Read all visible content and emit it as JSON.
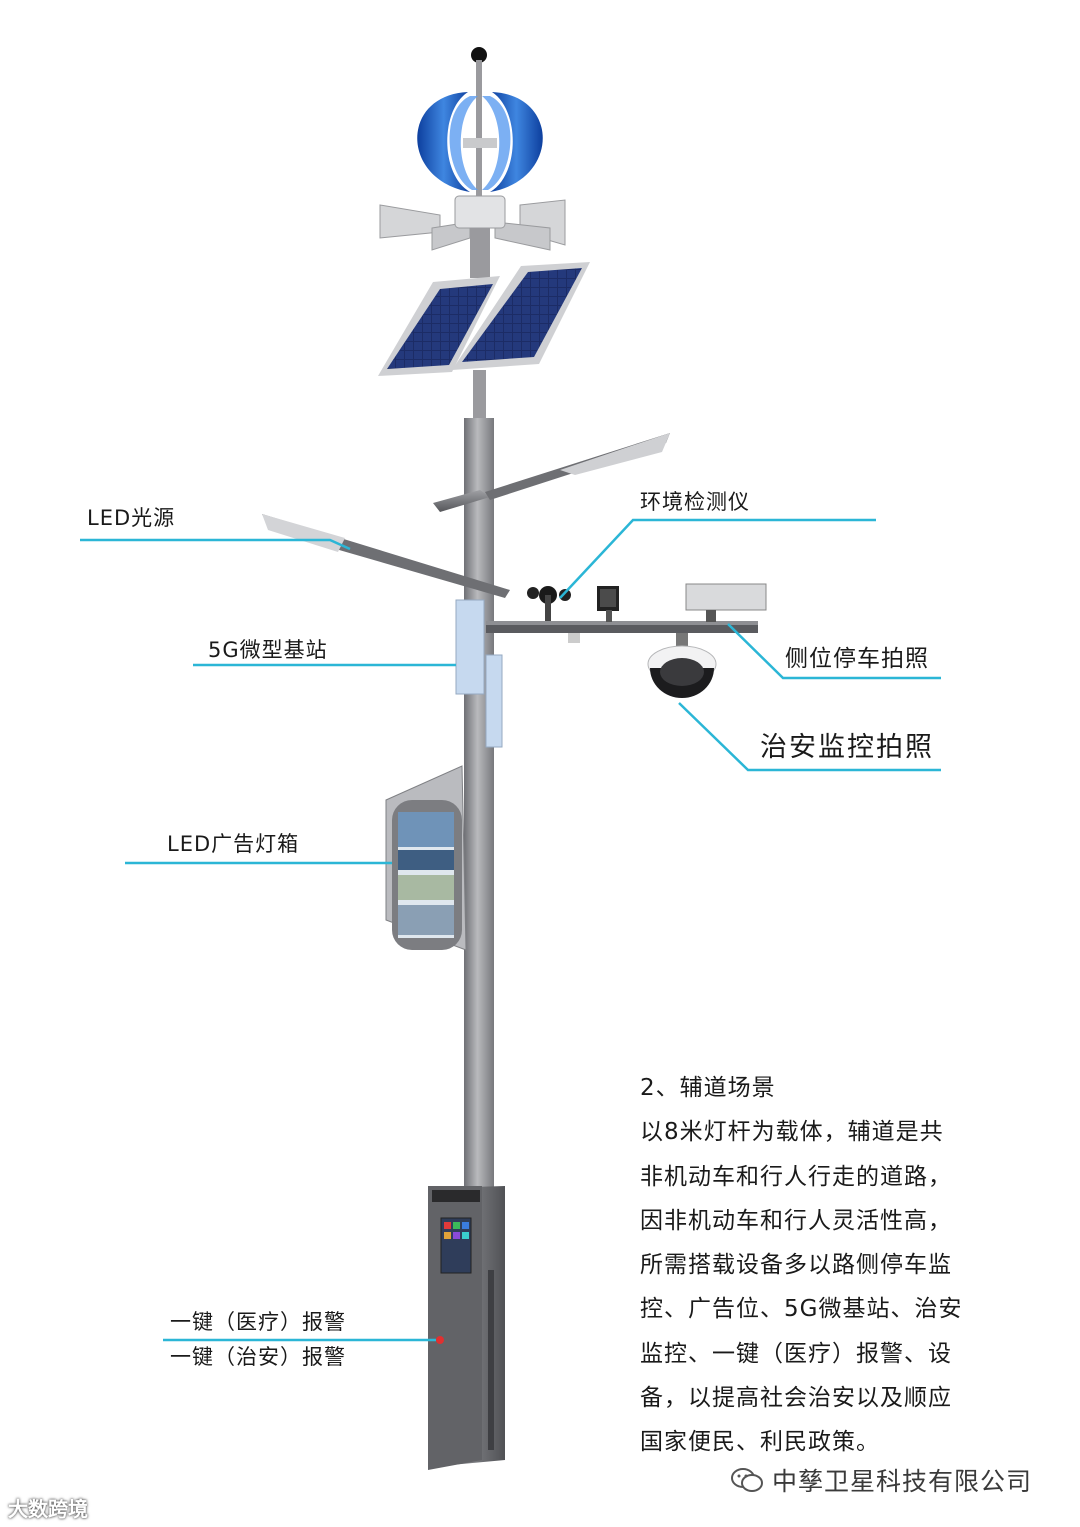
{
  "labels": {
    "led_light": "LED光源",
    "env_monitor": "环境检测仪",
    "base_station": "5G微型基站",
    "side_parking": "侧位停车拍照",
    "security_camera": "治安监控拍照",
    "ad_lightbox": "LED广告灯箱",
    "alarm_medical": "一键（医疗）报警",
    "alarm_security": "一键（治安）报警"
  },
  "description": {
    "heading": "2、辅道场景",
    "lines": [
      "以8米灯杆为载体，辅道是共",
      "非机动车和行人行走的道路，",
      "因非机动车和行人灵活性高，",
      "所需搭载设备多以路侧停车监",
      "控、广告位、5G微基站、治安",
      "监控、一键（医疗）报警、设",
      "备，以提高社会治安以及顺应",
      "国家便民、利民政策。"
    ]
  },
  "watermarks": {
    "left": "大数跨境",
    "right": "中孳卫星科技有限公司"
  },
  "colors": {
    "leader_line": "#2bb6d6",
    "pole": "#8d8d92",
    "turbine_blue": "#1f5fc8",
    "solar_cell": "#1c2c66"
  }
}
